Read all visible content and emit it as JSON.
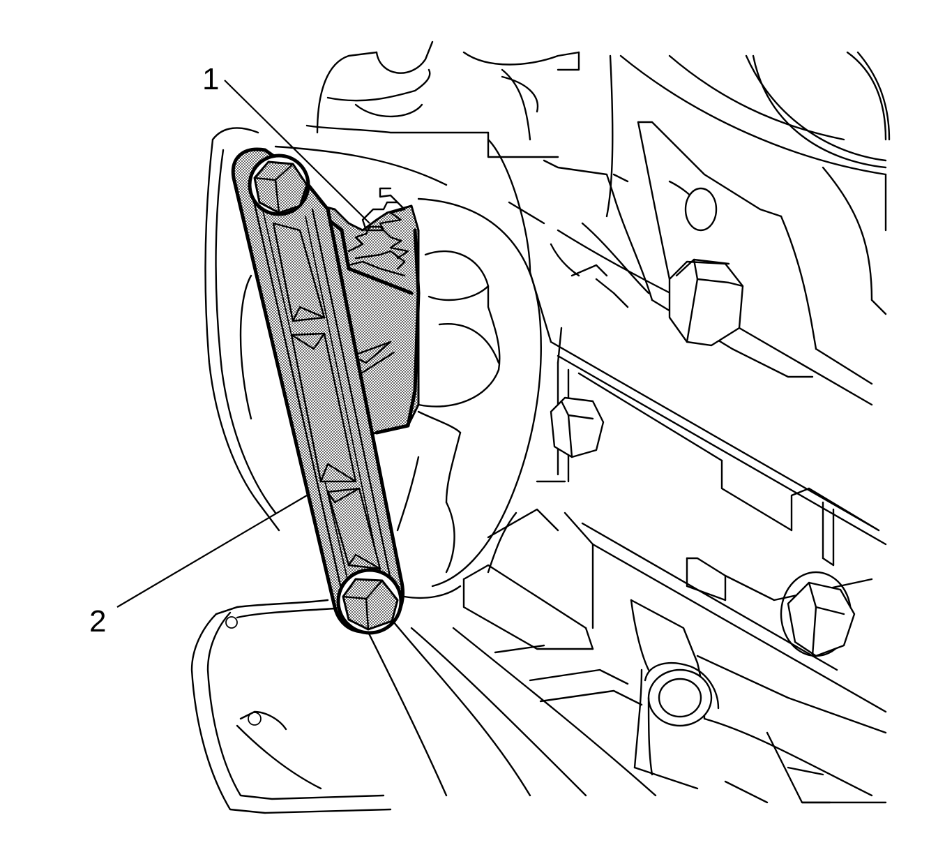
{
  "callouts": [
    {
      "id": "1",
      "label": "1"
    },
    {
      "id": "2",
      "label": "2"
    }
  ],
  "colors": {
    "line": "#000000",
    "background": "#ffffff",
    "shade": "#c8c8c8"
  }
}
